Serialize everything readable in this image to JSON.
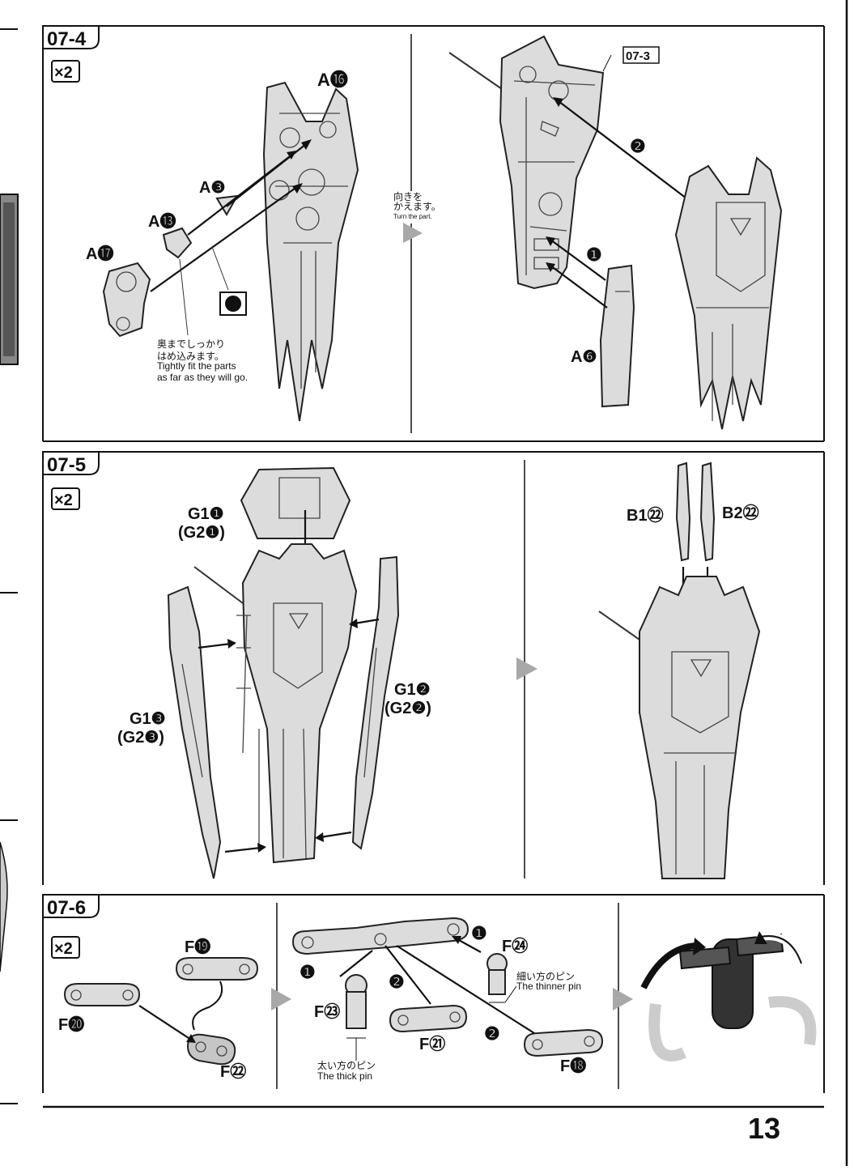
{
  "page_number": "13",
  "steps": [
    {
      "id": "07-4",
      "qty": "×2",
      "labels": {
        "a16": "A⓰",
        "a3": "A❸",
        "a13": "A⓭",
        "a17": "A⓱",
        "a6": "A❻",
        "ref": "07-3"
      },
      "note_jp": [
        "奥までしっかり",
        "はめ込みます。"
      ],
      "note_en": [
        "Tightly fit the parts",
        "as far as they will go."
      ],
      "turn_jp": [
        "向きを",
        "かえます。"
      ],
      "turn_en": "Turn the part.",
      "order": [
        "❶",
        "❷"
      ]
    },
    {
      "id": "07-5",
      "qty": "×2",
      "labels": {
        "g1_1": "G1❶",
        "g2_1": "(G2❶)",
        "g1_2": "G1❷",
        "g2_2": "(G2❷)",
        "g1_3": "G1❸",
        "g2_3": "(G2❸)",
        "b1": "B1㉒",
        "b2": "B2㉒"
      }
    },
    {
      "id": "07-6",
      "qty": "×2",
      "labels": {
        "f19": "F⓳",
        "f20": "F⓴",
        "f22": "F㉒",
        "f23": "F㉓",
        "f21": "F㉑",
        "f24": "F㉔",
        "f18": "F⓲"
      },
      "thin_pin_jp": "細い方のピン",
      "thin_pin_en": "The thinner pin",
      "thick_pin_jp": "太い方のピン",
      "thick_pin_en": "The thick pin",
      "order": [
        "❶",
        "❷",
        "❶",
        "❷"
      ]
    }
  ]
}
